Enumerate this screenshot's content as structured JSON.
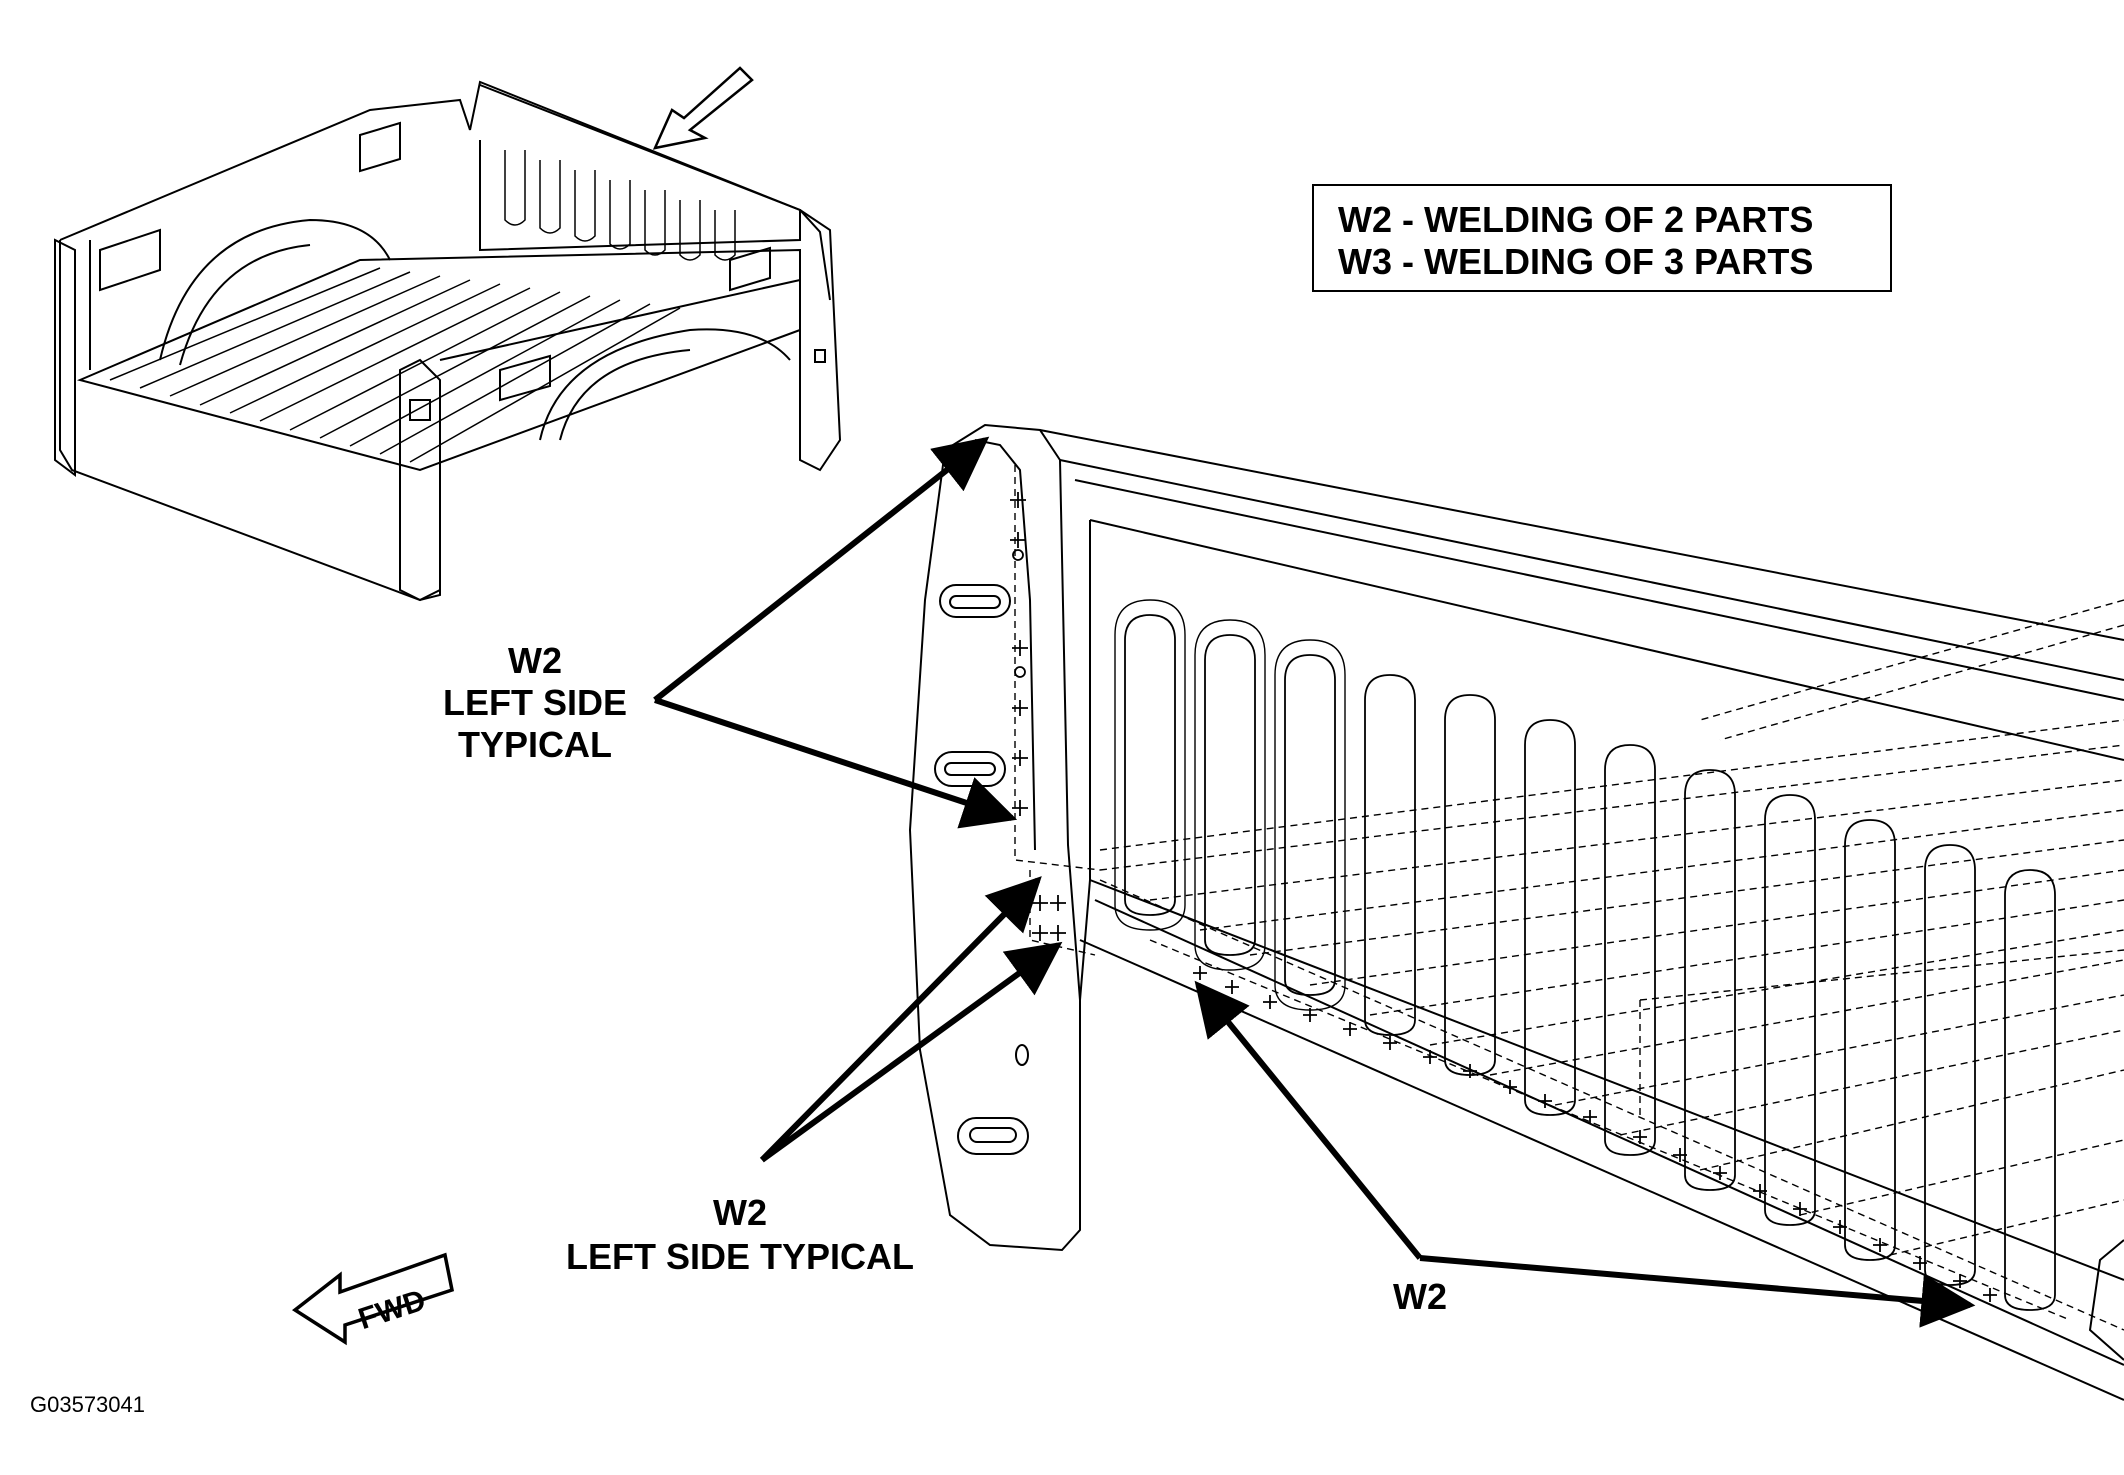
{
  "legend": {
    "line1": "W2 - WELDING OF 2 PARTS",
    "line2": "W3 - WELDING OF 3 PARTS"
  },
  "callouts": {
    "upper_left": {
      "line1": "W2",
      "line2": "LEFT SIDE",
      "line3": "TYPICAL"
    },
    "lower_left": {
      "line1": "W2",
      "line2": "LEFT SIDE TYPICAL"
    },
    "bottom_right": {
      "line1": "W2"
    }
  },
  "direction": {
    "label": "FWD"
  },
  "figure_code": "G03573041"
}
